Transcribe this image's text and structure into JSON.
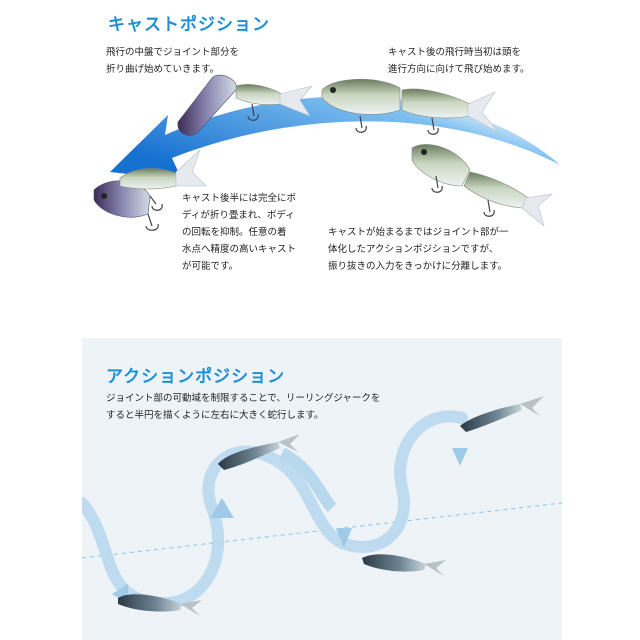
{
  "cast_position": {
    "title": "キャストポジション",
    "captions": {
      "top_left": "飛行の中盤でジョイント部分を\n折り曲げ始めていきます。",
      "top_right": "キャスト後の飛行時当初は頭を\n進行方向に向けて飛び始めます。",
      "bottom_left": "キャスト後半には完全にボ\nディが折り畳まれ、ボディ\nの回転を抑制。任意の着\n水点へ精度の高いキャスト\nが可能です。",
      "bottom_right": "キャストが始まるまではジョイント部が一\n体化したアクションポジションですが、\n振り抜きの入力をきっかけに分離します。"
    },
    "colors": {
      "arrow": "#1a7fd8",
      "title": "#1d8fd6"
    }
  },
  "action_position": {
    "title": "アクションポジション",
    "caption": "ジョイント部の可動域を制限することで、リーリングジャークを\nすると半円を描くように左右に大きく蛇行します。",
    "colors": {
      "background": "#eef3f7",
      "wave": "#b8d8ee",
      "centerline": "#8ec3e6"
    }
  }
}
